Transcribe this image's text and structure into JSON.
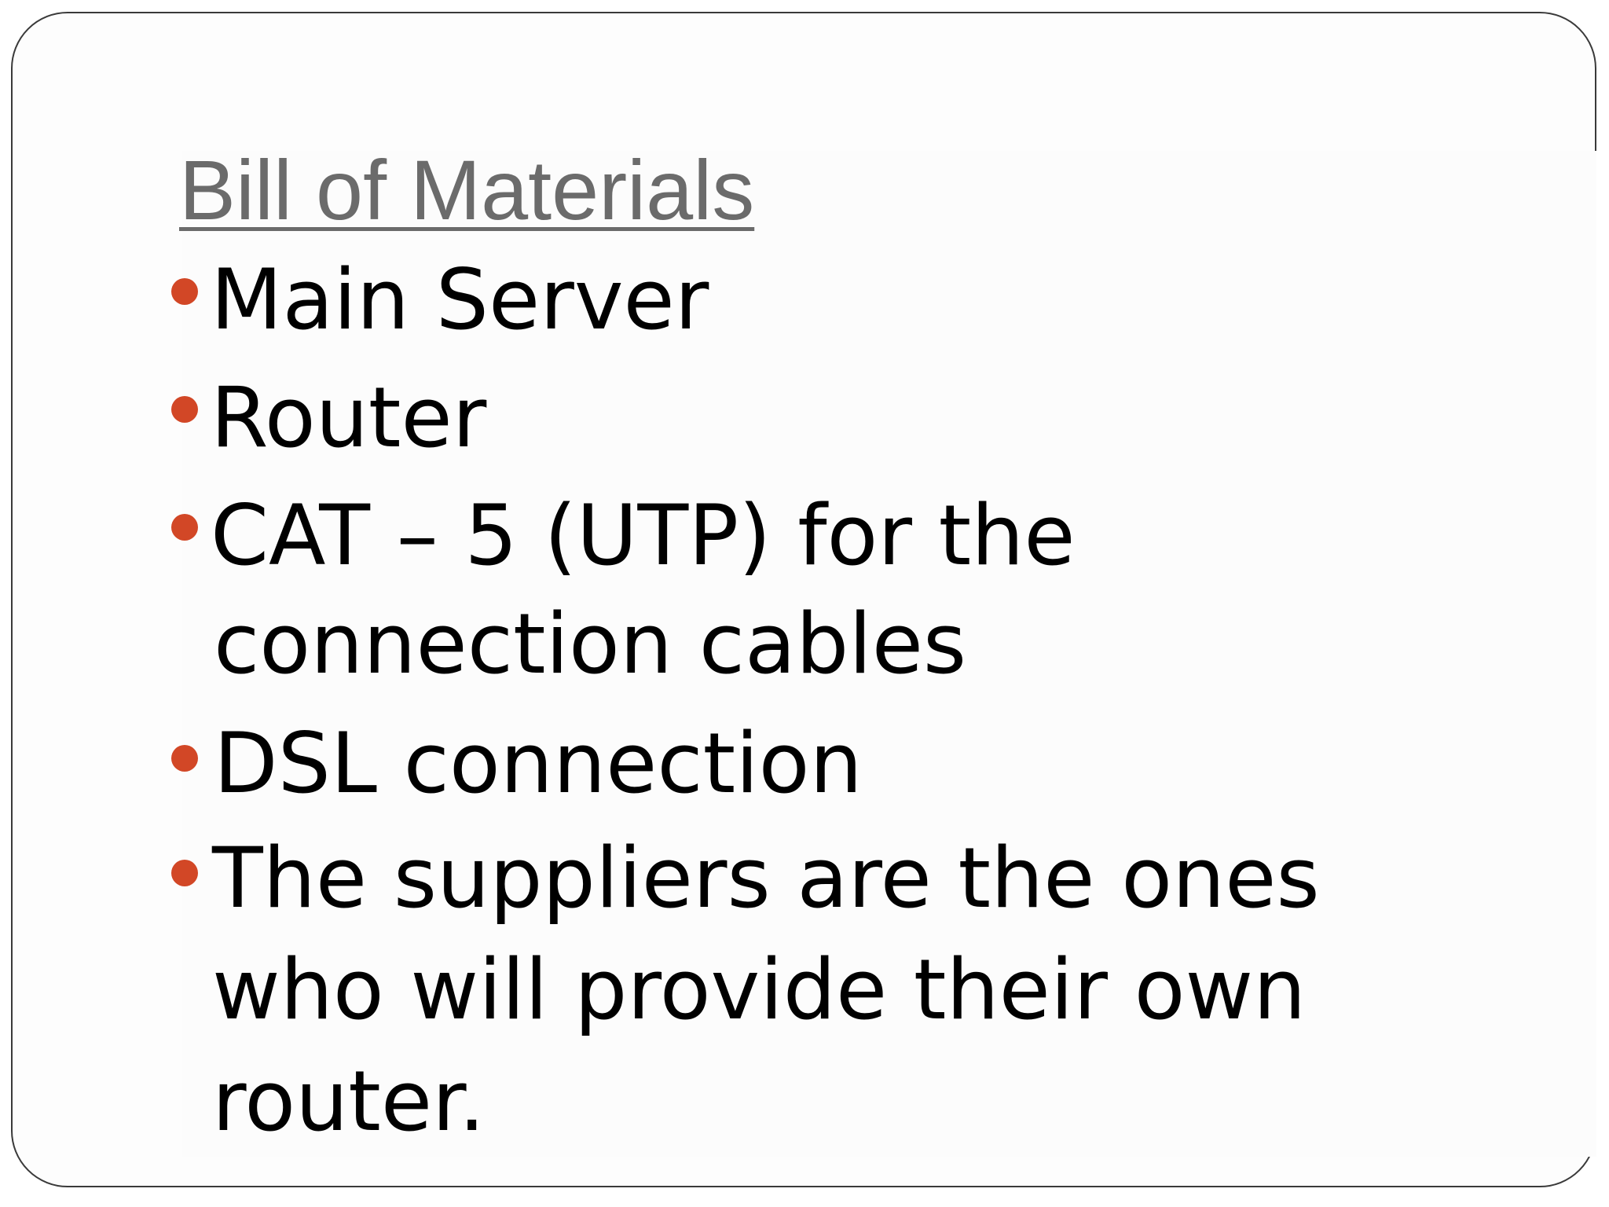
{
  "slide": {
    "title": "Bill of Materials",
    "bullets": [
      {
        "lines": [
          " Main Server"
        ]
      },
      {
        "lines": [
          " Router"
        ]
      },
      {
        "lines": [
          " CAT – 5 (UTP) for the",
          "connection cables"
        ]
      },
      {
        "lines": [
          "DSL connection"
        ]
      },
      {
        "lines": [
          "The suppliers are the ones",
          "who will provide their own",
          "router."
        ]
      }
    ]
  },
  "colors": {
    "bullet": "#d24726",
    "title": "#6b6b6b",
    "text": "#000000",
    "frame_border": "#3a3a3a"
  }
}
